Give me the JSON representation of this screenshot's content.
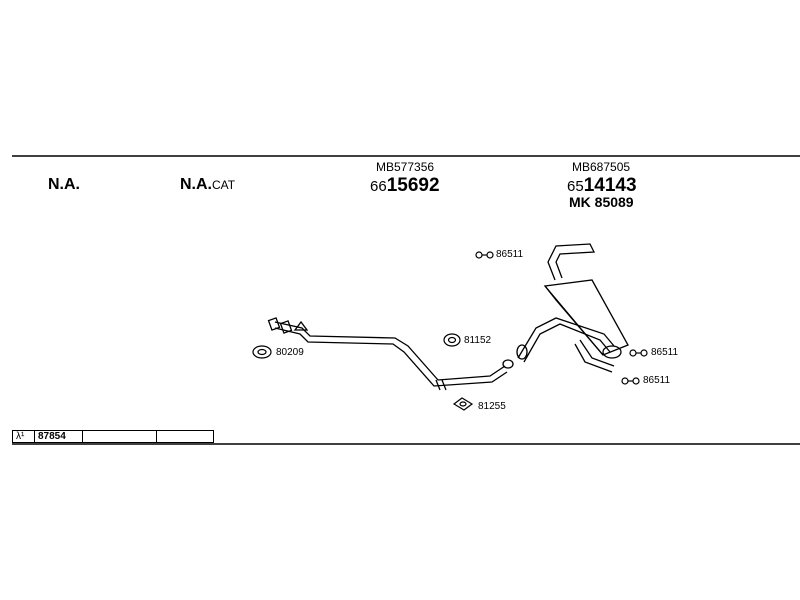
{
  "header": {
    "col1": "N.A.",
    "col2_main": "N.A.",
    "col2_suffix": "CAT"
  },
  "part_numbers": [
    {
      "code": "MB577356",
      "prefix": "66",
      "number": "15692"
    },
    {
      "code": "MB687505",
      "prefix": "65",
      "number": "14143",
      "mk": "MK  85089"
    }
  ],
  "parts": {
    "hanger_top": "86511",
    "hanger_right": "86511",
    "hanger_bottom": "86511",
    "gasket_left": "80209",
    "gasket_mid": "81152",
    "gasket_bottom": "81255"
  },
  "footer_table": {
    "symbol": "λ¹",
    "value": "87854",
    "cell3": "",
    "cell4": ""
  }
}
